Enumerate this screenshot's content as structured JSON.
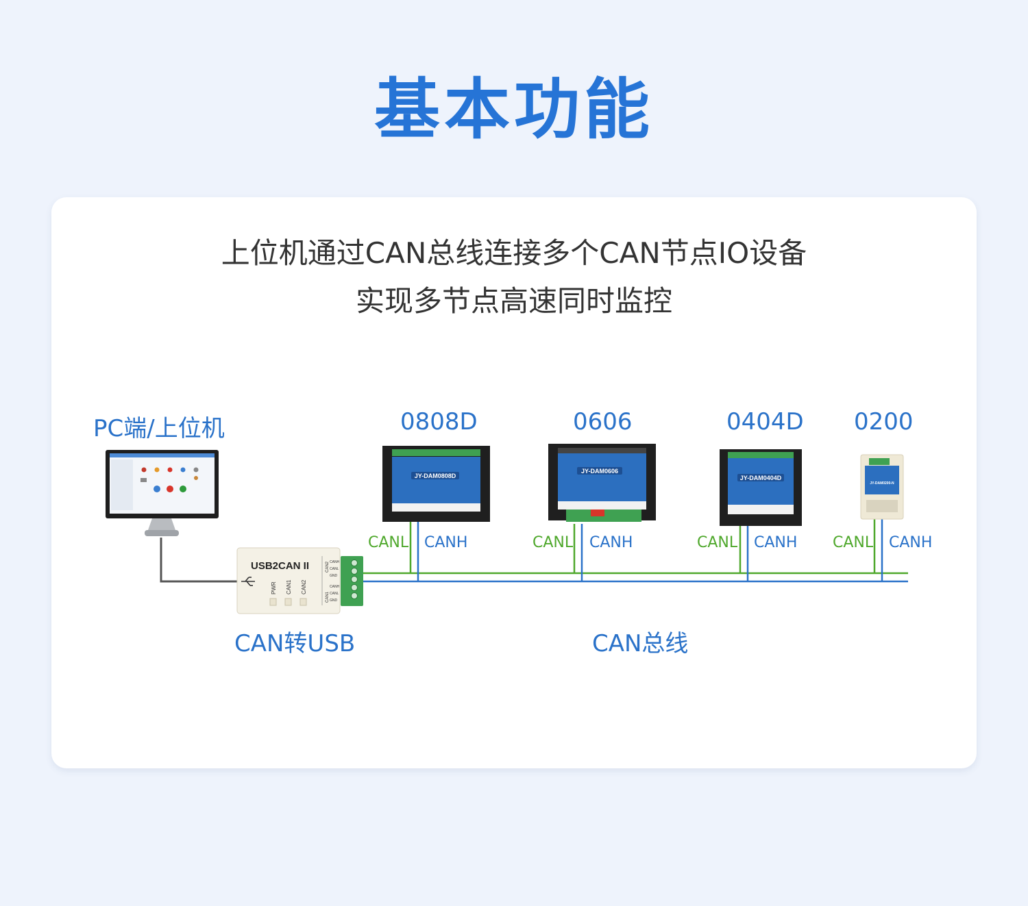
{
  "title": "基本功能",
  "subtitle_line1": "上位机通过CAN总线连接多个CAN节点IO设备",
  "subtitle_line2": "实现多节点高速同时监控",
  "pc_label": "PC端/上位机",
  "converter": {
    "caption": "CAN转USB",
    "device_name": "USB2CAN II",
    "leds": [
      "PWR",
      "CAN1",
      "CAN2"
    ],
    "ports_top": [
      "CANH",
      "CANL",
      "GND"
    ],
    "ports_bottom": [
      "CANH",
      "CANL",
      "GND"
    ],
    "port_group_top": "CAN2",
    "port_group_bottom": "CAN1"
  },
  "bus_label": "CAN总线",
  "nodes": [
    {
      "name": "0808D",
      "model": "JY-DAM0808D",
      "canl": "CANL",
      "canh": "CANH"
    },
    {
      "name": "0606",
      "model": "JY-DAM0606",
      "canl": "CANL",
      "canh": "CANH"
    },
    {
      "name": "0404D",
      "model": "JY-DAM0404D",
      "canl": "CANL",
      "canh": "CANH"
    },
    {
      "name": "0200",
      "model": "JY-DAM0200-N",
      "canl": "CANL",
      "canh": "CANH"
    }
  ],
  "colors": {
    "accent": "#2674d6",
    "canl_line": "#4fa82c",
    "canh_line": "#2a72c9",
    "usb_cable": "#555555",
    "device_blue": "#2c6fbf"
  }
}
